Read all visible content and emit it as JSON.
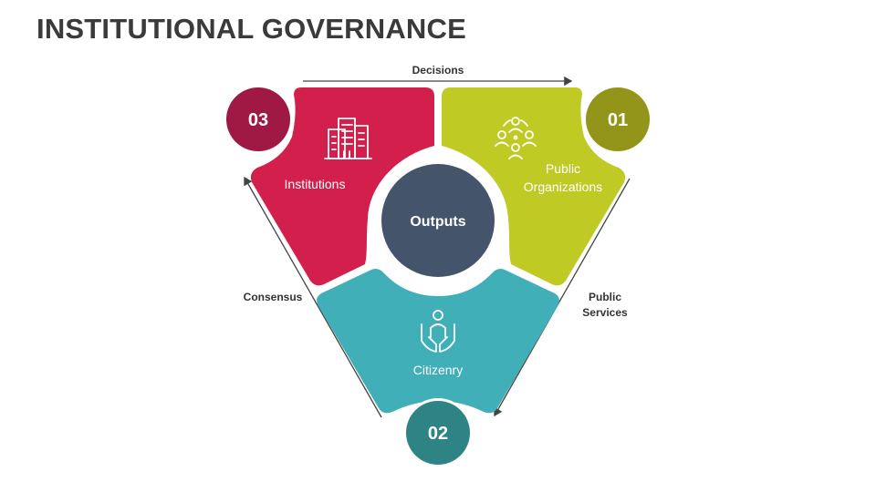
{
  "title": "INSTITUTIONAL GOVERNANCE",
  "center": {
    "label": "Outputs",
    "color": "#44546A"
  },
  "segments": [
    {
      "number": "03",
      "label": "Institutions",
      "icon": "building-icon",
      "color": "#D21F4B",
      "badge_color": "#A01844"
    },
    {
      "number": "01",
      "label_line1": "Public",
      "label_line2": "Organizations",
      "icon": "people-network-icon",
      "color": "#BFCA25",
      "badge_color": "#93941A"
    },
    {
      "number": "02",
      "label": "Citizenry",
      "icon": "hands-person-icon",
      "color": "#40AFB8",
      "badge_color": "#2E8485"
    }
  ],
  "arrows": {
    "top": "Decisions",
    "left": "Consensus",
    "right_line1": "Public",
    "right_line2": "Services"
  }
}
